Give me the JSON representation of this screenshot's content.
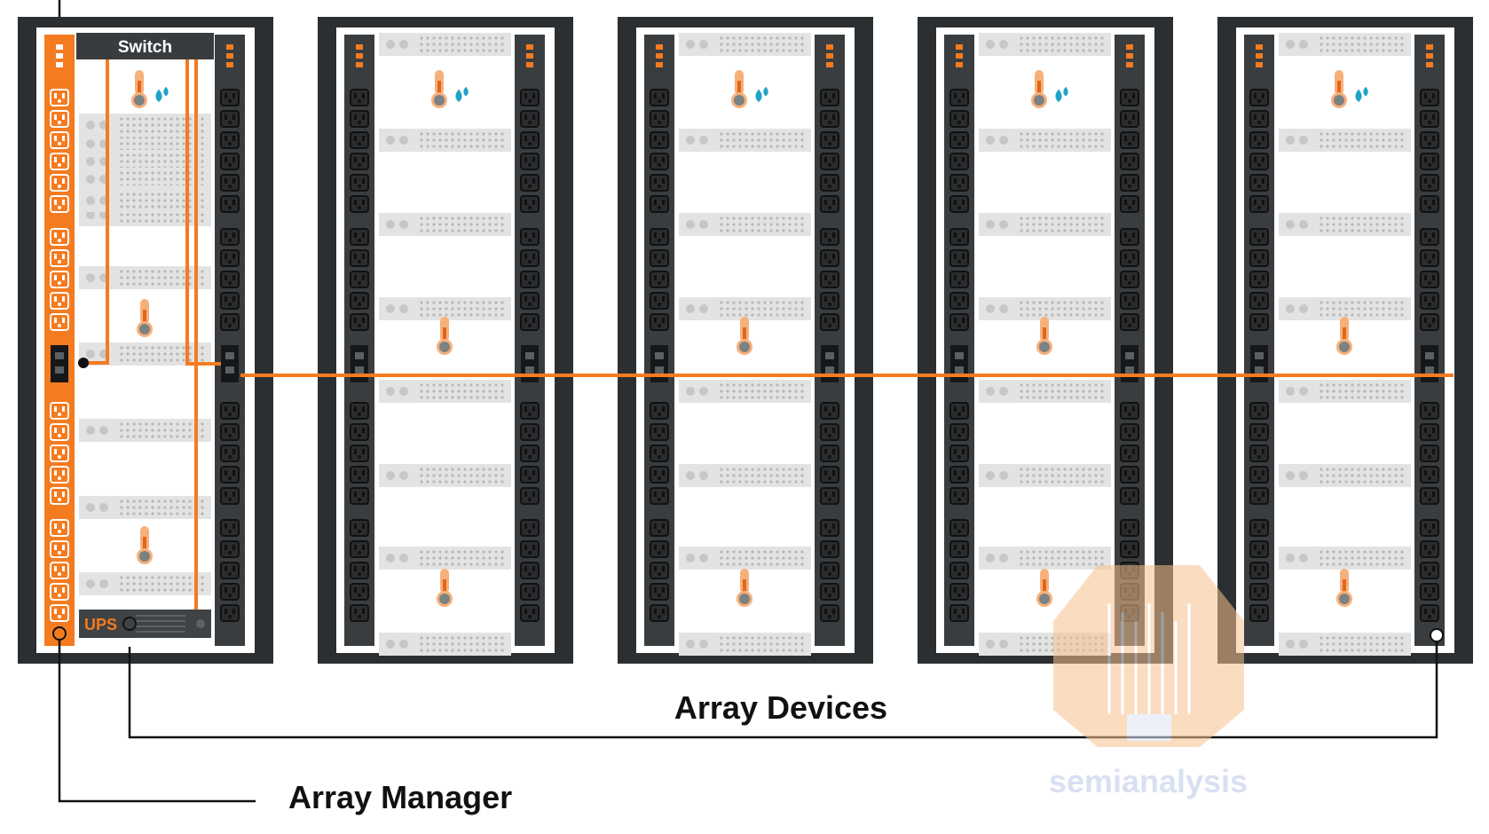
{
  "labels": {
    "switch": "Switch",
    "ups": "UPS",
    "array_devices": "Array Devices",
    "array_manager": "Array Manager"
  },
  "watermark": {
    "text": "semianalysis",
    "icon": "circuit-tree-lightbulb-icon"
  },
  "racks": [
    {
      "role": "array-manager",
      "has_switch": true,
      "has_ups": true
    },
    {
      "role": "array-device"
    },
    {
      "role": "array-device"
    },
    {
      "role": "array-device"
    },
    {
      "role": "array-device"
    }
  ],
  "icons": {
    "thermometer": "thermometer-icon",
    "humidity": "water-drops-icon",
    "outlet": "power-outlet-icon",
    "server": "server-unit-icon"
  },
  "colors": {
    "rack_frame": "#2b2f31",
    "pdu_dark": "#3a3d3f",
    "pdu_orange": "#f47b20",
    "cable_orange": "#f47b20",
    "server_gray": "#e3e3e3",
    "humidity_blue": "#1fa3c9",
    "text": "#111111"
  }
}
